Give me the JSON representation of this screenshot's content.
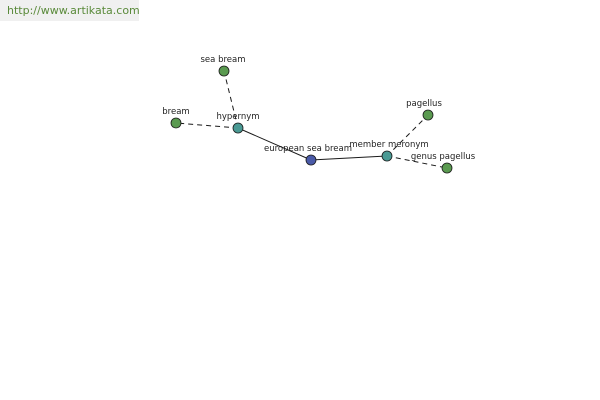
{
  "watermark": "http://www.artikata.com",
  "colors": {
    "center": "#4a5aa8",
    "relation": "#4a9a94",
    "term": "#5a9a50",
    "stroke": "#1a1a1a",
    "watermark_bg": "#f0f0f0",
    "watermark_text": "#5a8a3a"
  },
  "nodes": [
    {
      "id": "center",
      "label": "european sea bream",
      "kind": "center"
    },
    {
      "id": "hypernym",
      "label": "hypernym",
      "kind": "relation"
    },
    {
      "id": "meronym",
      "label": "member meronym",
      "kind": "relation"
    },
    {
      "id": "seabream",
      "label": "sea bream",
      "kind": "term"
    },
    {
      "id": "bream",
      "label": "bream",
      "kind": "term"
    },
    {
      "id": "pagellus",
      "label": "pagellus",
      "kind": "term"
    },
    {
      "id": "genuspagellus",
      "label": "genus pagellus",
      "kind": "term"
    }
  ],
  "edges": [
    {
      "from": "center",
      "to": "hypernym",
      "style": "solid"
    },
    {
      "from": "center",
      "to": "meronym",
      "style": "solid"
    },
    {
      "from": "hypernym",
      "to": "seabream",
      "style": "dashed"
    },
    {
      "from": "hypernym",
      "to": "bream",
      "style": "dashed"
    },
    {
      "from": "meronym",
      "to": "pagellus",
      "style": "dashed"
    },
    {
      "from": "meronym",
      "to": "genuspagellus",
      "style": "dashed"
    }
  ]
}
